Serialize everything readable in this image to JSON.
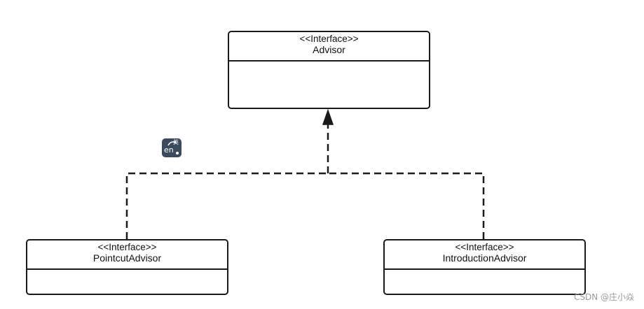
{
  "diagram": {
    "boxes": {
      "advisor": {
        "stereotype": "<<Interface>>",
        "name": "Advisor"
      },
      "pointcut_advisor": {
        "stereotype": "<<Interface>>",
        "name": "PointcutAdvisor"
      },
      "introduction_advisor": {
        "stereotype": "<<Interface>>",
        "name": "IntroductionAdvisor"
      }
    },
    "relations": [
      {
        "from": "PointcutAdvisor",
        "to": "Advisor",
        "type": "realization",
        "line": "dashed"
      },
      {
        "from": "IntroductionAdvisor",
        "to": "Advisor",
        "type": "realization",
        "line": "dashed"
      }
    ]
  },
  "overlay": {
    "translate_badge": {
      "text_en": "en",
      "text_zh": "英"
    }
  },
  "watermark": "CSDN @庄小焱",
  "colors": {
    "line": "#1a1a1a",
    "background": "#ffffff",
    "badge": "#3b4a5c",
    "watermark": "#9a9a9a"
  }
}
